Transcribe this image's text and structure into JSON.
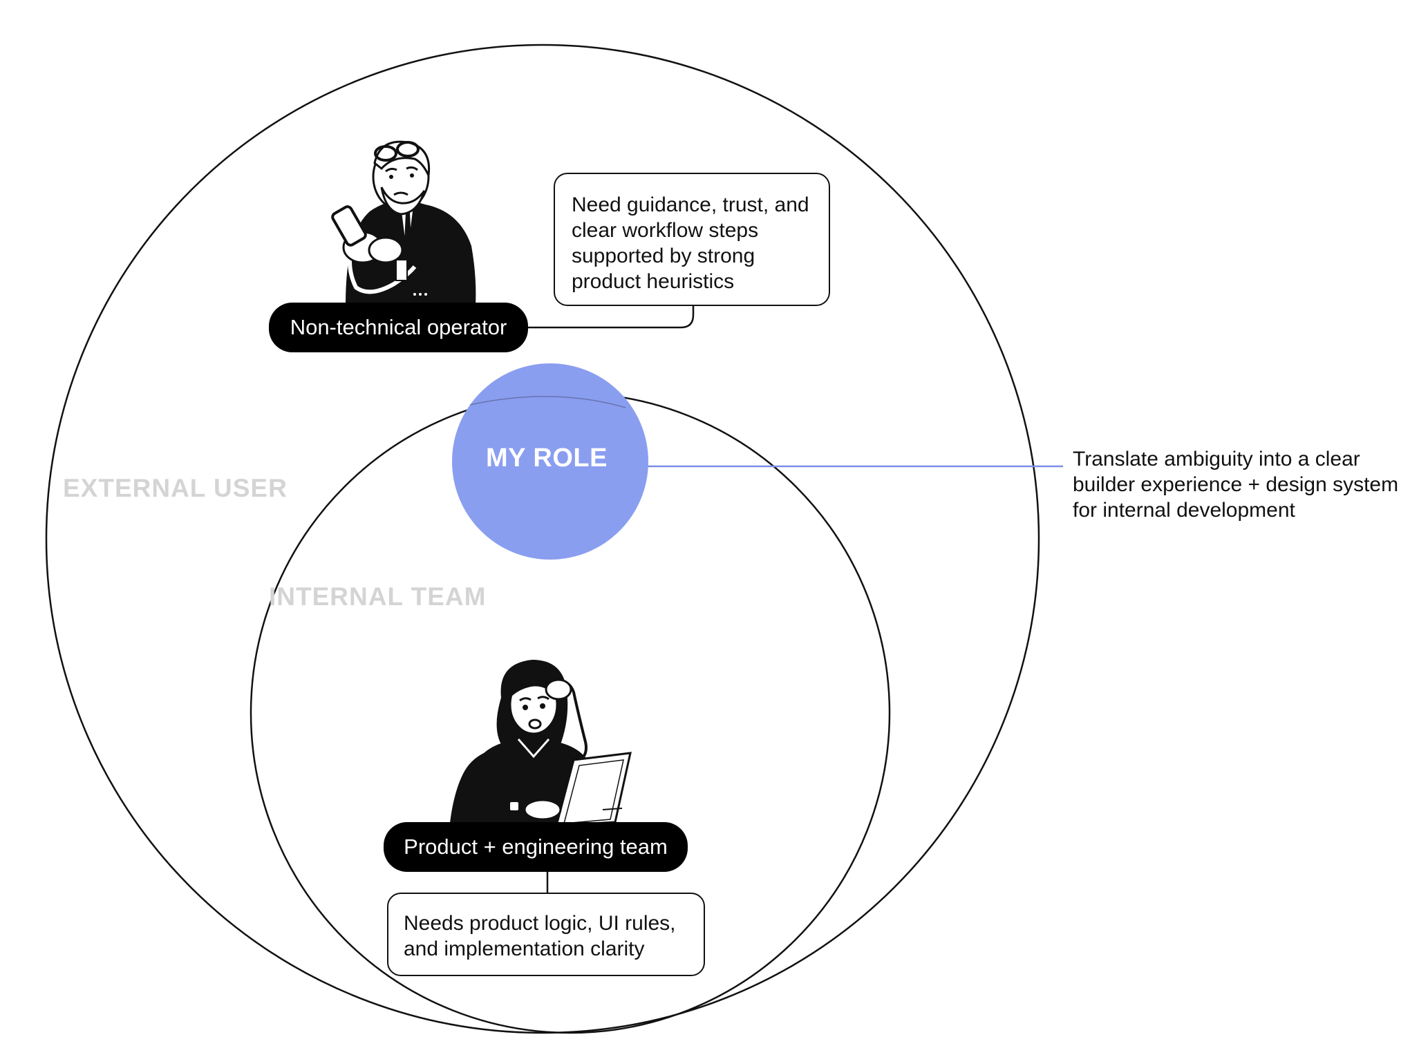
{
  "diagram": {
    "outer_circle_label": "EXTERNAL USER",
    "inner_circle_label": "INTERNAL TEAM",
    "role_label": "MY ROLE",
    "role_description": "Translate ambiguity into a clear builder experience + design system for internal development",
    "colors": {
      "role_fill": "#8a9ef0",
      "connector": "#7b8ee6",
      "ring_label": "#d4d4d4",
      "pill_fill": "#000000"
    }
  },
  "personas": {
    "operator": {
      "pill_label": "Non-technical operator",
      "need": "Need guidance, trust, and clear workflow steps supported by strong product heuristics",
      "icon": "worried-man-with-phone-illustration"
    },
    "team": {
      "pill_label": "Product + engineering team",
      "need": "Needs product logic, UI rules, and implementation clarity",
      "icon": "stressed-woman-at-laptop-illustration"
    }
  }
}
